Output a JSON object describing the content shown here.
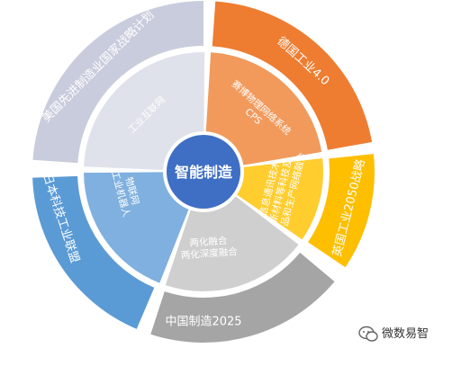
{
  "center": {
    "label": "智能制造",
    "color": "#3f6fc4"
  },
  "segments": [
    {
      "id": "usa",
      "outer_label": "美国先进制造业国家战略计划",
      "inner_lines": [
        "工业互联网"
      ],
      "outer_color": "#c9ccdc",
      "inner_color": "#dfe1eb",
      "inner_text_color": "#555b66"
    },
    {
      "id": "germany",
      "outer_label": "德国工业4.0",
      "inner_lines": [
        "赛博物理网络系统",
        "CPS"
      ],
      "outer_color": "#ee7d31",
      "inner_color": "#f19a5c",
      "inner_text_color": "#ffffff"
    },
    {
      "id": "uk",
      "outer_label": "英国工业2050战略",
      "inner_lines": [
        "信息通讯技术",
        "新材料等科技及",
        "产品和生产网络融合"
      ],
      "outer_color": "#fdbf00",
      "inner_color": "#ffcd2e",
      "inner_text_color": "#ffffff"
    },
    {
      "id": "china",
      "outer_label": "中国制造2025",
      "inner_lines": [
        "两化融合",
        "两化深度融合"
      ],
      "outer_color": "#a5a5a5",
      "inner_color": "#cfcfcf",
      "inner_text_color": "#555b66"
    },
    {
      "id": "japan",
      "outer_label": "日本科技工业联盟",
      "inner_lines": [
        "物联网",
        "工业机器人"
      ],
      "outer_color": "#5b9bd5",
      "inner_color": "#7fb0df",
      "inner_text_color": "#ffffff"
    }
  ],
  "watermark": {
    "text": "微数易智",
    "icon": "wechat-icon"
  }
}
